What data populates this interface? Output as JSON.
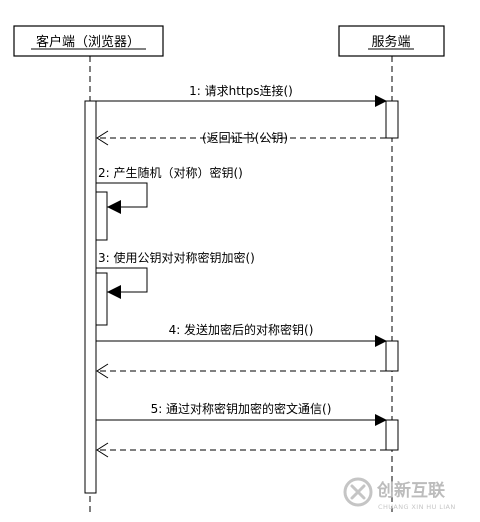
{
  "participants": {
    "client": "客户端（浏览器）",
    "server": "服务端"
  },
  "messages": [
    {
      "label": "1: 请求https连接()"
    },
    {
      "label": "(返回证书(公钥)"
    },
    {
      "label": "2: 产生随机（对称）密钥()"
    },
    {
      "label": "3: 使用公钥对对称密钥加密()"
    },
    {
      "label": "4: 发送加密后的对称密钥()"
    },
    {
      "label": "5: 通过对称密钥加密的密文通信()"
    }
  ],
  "watermark": {
    "brand": "创新互联",
    "sub": "CHUANG XIN HU LIAN",
    "icon": "brand-x-logo-icon"
  }
}
